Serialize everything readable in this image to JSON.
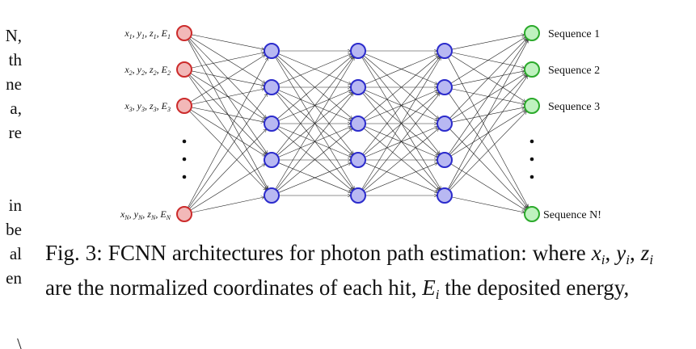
{
  "left_margin_fragments": [
    "N,",
    "th",
    "ne",
    "a,",
    "re",
    "in",
    "be",
    "al",
    "en",
    "\\"
  ],
  "network": {
    "input_labels": [
      {
        "parts": [
          "x",
          "1",
          ", y",
          "1",
          ", z",
          "1",
          ", E",
          "1"
        ]
      },
      {
        "parts": [
          "x",
          "2",
          ", y",
          "2",
          ", z",
          "2",
          ", E",
          "2"
        ]
      },
      {
        "parts": [
          "x",
          "3",
          ", y",
          "3",
          ", z",
          "3",
          ", E",
          "3"
        ]
      },
      {
        "parts": [
          "x",
          "N",
          ", y",
          "N",
          ", z",
          "N",
          ", E",
          "N"
        ]
      }
    ],
    "output_labels": [
      "Sequence 1",
      "Sequence 2",
      "Sequence 3",
      "Sequence N!"
    ],
    "hidden_layers": 3,
    "hidden_nodes_per_layer": 5,
    "colors": {
      "input_fill": "#f2b8b8",
      "input_stroke": "#cc2b2b",
      "hidden_fill": "#b8b8f2",
      "hidden_stroke": "#2b2bcc",
      "output_fill": "#bff2bf",
      "output_stroke": "#2baa2b",
      "edge": "#222222"
    }
  },
  "caption": {
    "prefix": "Fig. 3: FCNN architectures for photon path estimation: where",
    "var_x": "x",
    "sub_i": "i",
    "var_y": "y",
    "var_z": "z",
    "middle": " are the normalized coordinates of each hit, ",
    "var_E": "E",
    "suffix": " the deposited energy,"
  }
}
